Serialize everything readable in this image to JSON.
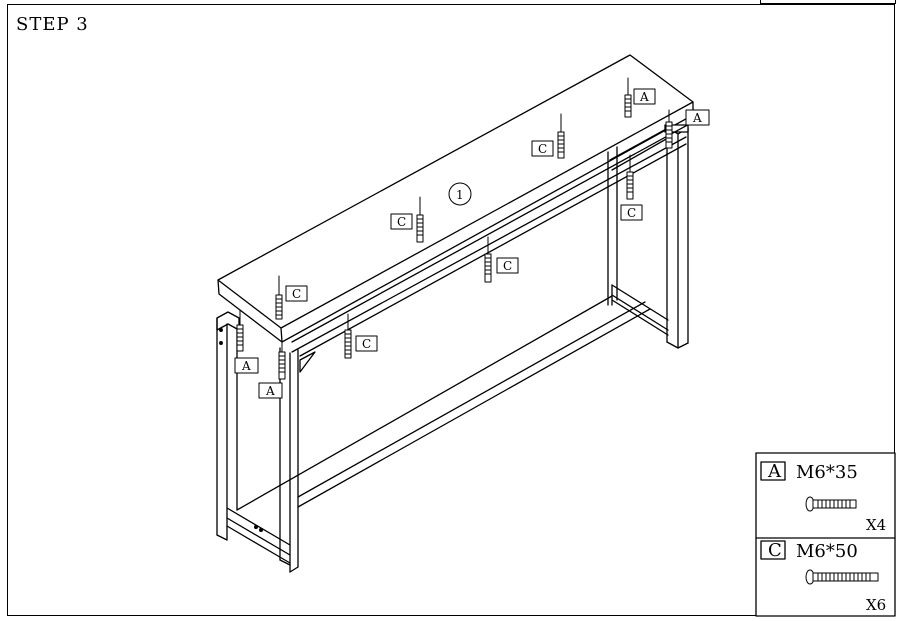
{
  "step": {
    "title": "STEP 3"
  },
  "callouts": {
    "part_number": "1",
    "a": "A",
    "c": "C"
  },
  "parts_list": [
    {
      "code": "A",
      "spec": "M6*35",
      "qty": "X4"
    },
    {
      "code": "C",
      "spec": "M6*50",
      "qty": "X6"
    }
  ],
  "icons": [
    "screw-icon"
  ]
}
